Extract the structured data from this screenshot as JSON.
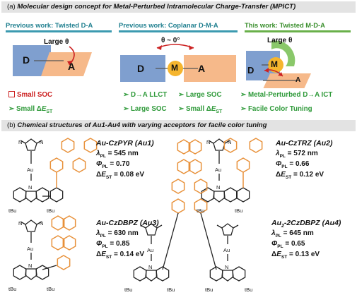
{
  "panel_a": {
    "label": "(a)",
    "title": "Molecular design concept for Metal-Perturbed Intramolecular Charge-Transfer (MPICT)",
    "col1": {
      "title": "Previous work: Twisted D-A",
      "angle": "Large θ",
      "donor": "D",
      "acceptor": "A",
      "point1": "Small SOC",
      "point2_prefix": "Small Δ",
      "point2_e": "E",
      "point2_sub": "ST"
    },
    "col2": {
      "title": "Previous work: Coplanar D-M-A",
      "angle": "θ ~ 0°",
      "donor": "D",
      "metal": "M",
      "acceptor": "A",
      "point1": "D→A LLCT",
      "point2": "Large SOC"
    },
    "col3": {
      "title": "This work: Twisted M-D-A",
      "angle": "Large θ",
      "donor": "D",
      "metal": "M",
      "acceptor": "A",
      "point1": "Large SOC",
      "point2_prefix": "Small Δ",
      "point2_e": "E",
      "point2_sub": "ST",
      "point3": "Metal-Perturbed D→A ICT",
      "point4": "Facile Color Tuning"
    },
    "colors": {
      "donor": "#7f9fcf",
      "acceptor": "#f6b98a",
      "metal": "#f5b52e",
      "col1_bar": "#3c9ab0",
      "col2_bar": "#3c9ab0",
      "col3_bar": "#69b04a",
      "red": "#cc2222",
      "green": "#2f9a3a",
      "orange": "#e8913a"
    }
  },
  "panel_b": {
    "label": "(b)",
    "title": "Chemical structures of Au1-Au4 with varying acceptors for facile color tuning",
    "compounds": [
      {
        "name": "Au-CzPYR (Au1)",
        "lambda": "= 545 nm",
        "phi": "= 0.70",
        "dest": "= 0.08 eV"
      },
      {
        "name": "Au-CzTRZ (Au2)",
        "lambda": "= 572 nm",
        "phi": "= 0.66",
        "dest": "= 0.12 eV"
      },
      {
        "name": "Au-CzDBPZ (Au3)",
        "lambda": "= 630 nm",
        "phi": "= 0.85",
        "dest": "= 0.14 eV"
      },
      {
        "name_prefix": "Au",
        "name_sub": "2",
        "name_suffix": "-2CzDBPZ (Au4)",
        "lambda": "= 645 nm",
        "phi": "= 0.65",
        "dest": "= 0.13 eV"
      }
    ],
    "symbols": {
      "lambda": "λ",
      "phi": "Φ",
      "delta": "Δ",
      "e": "E",
      "pl": "PL",
      "st": "ST"
    },
    "atoms": {
      "gold": "Au",
      "nitrogen": "N",
      "tbu": "tBu"
    }
  }
}
